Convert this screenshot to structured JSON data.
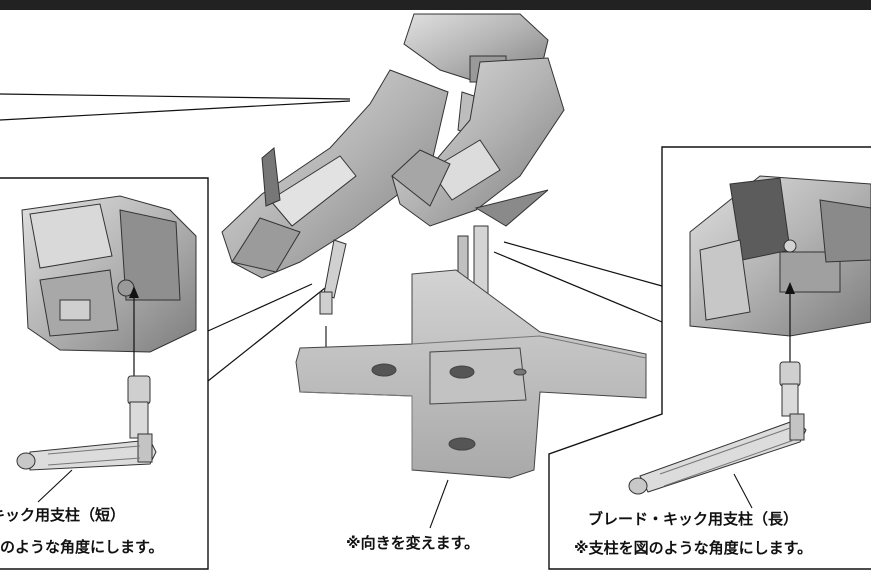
{
  "left_panel": {
    "caption_line1": "キック用支柱（短）",
    "caption_line2": "のような角度にします。"
  },
  "center_panel": {
    "caption": "※向きを変えます。"
  },
  "right_panel": {
    "caption_line1": "ブレード・キック用支柱（長）",
    "caption_line2": "※支柱を図のような角度にします。"
  },
  "colors": {
    "top_bar": "#222222",
    "part_fill": "#bdbdbd",
    "part_dark": "#6e6e6e",
    "line": "#111111"
  }
}
